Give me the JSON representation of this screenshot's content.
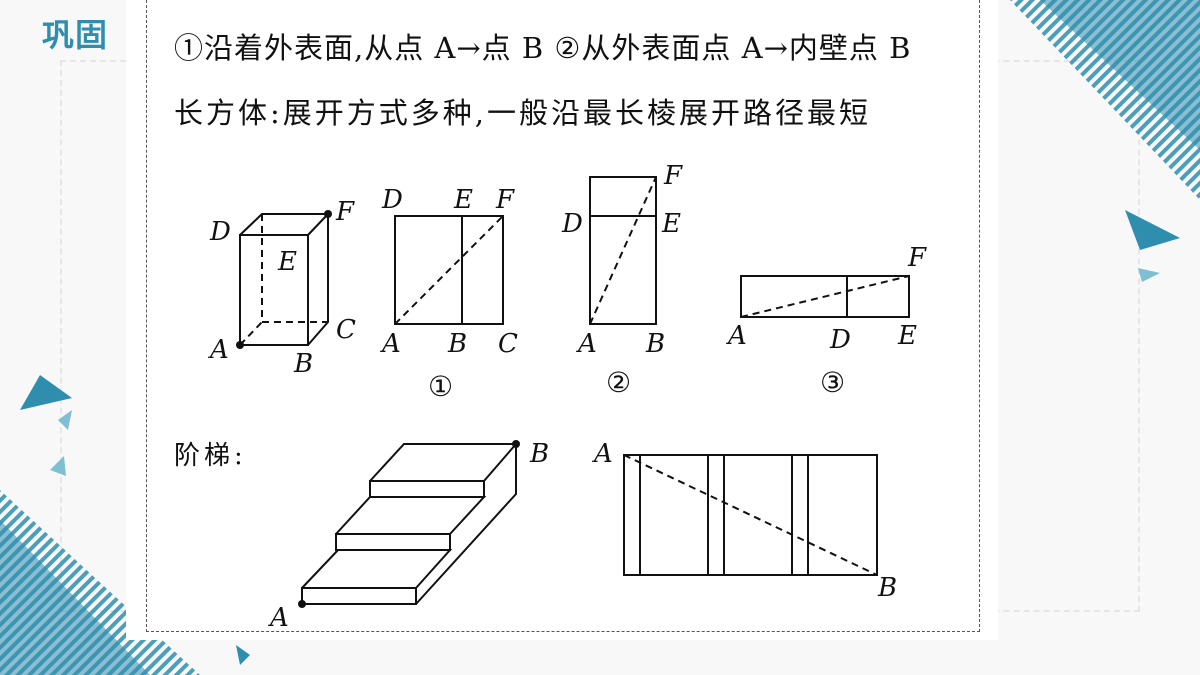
{
  "slide": {
    "title": "巩固"
  },
  "content": {
    "line1": "①沿着外表面,从点 A→点 B ②从外表面点 A→内壁点 B",
    "line2": "长方体:展开方式多种,一般沿最长棱展开路径最短",
    "stair_label": "阶梯:"
  },
  "box3d": {
    "labels": {
      "D": "D",
      "F": "F",
      "E": "E",
      "C": "C",
      "A": "A",
      "B": "B"
    }
  },
  "unfold1": {
    "labels": {
      "D": "D",
      "E": "E",
      "F": "F",
      "A": "A",
      "B": "B",
      "C": "C"
    },
    "caption": "①"
  },
  "unfold2": {
    "labels": {
      "F": "F",
      "D": "D",
      "E": "E",
      "A": "A",
      "B": "B"
    },
    "caption": "②"
  },
  "unfold3": {
    "labels": {
      "F": "F",
      "A": "A",
      "D": "D",
      "E": "E"
    },
    "caption": "③"
  },
  "stairs": {
    "labels": {
      "A": "A",
      "B": "B"
    }
  },
  "stairs_unfold": {
    "labels": {
      "A": "A",
      "B": "B"
    }
  },
  "colors": {
    "accent": "#2f8eae",
    "accent_light": "#7fbfd3"
  }
}
